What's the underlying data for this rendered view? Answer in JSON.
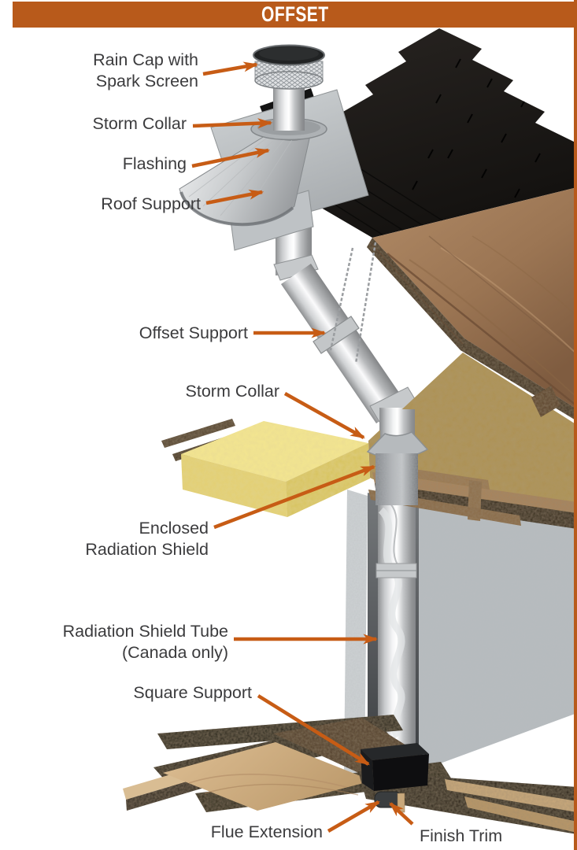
{
  "header": {
    "title": "OFFSET"
  },
  "colors": {
    "header-bg": "#B85A1B",
    "arrow": "#C75C15",
    "label-text": "#3B3B3D",
    "page-bg": "#FFFFFF",
    "border-right": "#B85A1B"
  },
  "diagram": {
    "name": "offset-chimney-installation-diagram",
    "labels": {
      "rain_cap": {
        "line1": "Rain Cap with",
        "line2": "Spark Screen"
      },
      "storm_collar_upper": {
        "line1": "Storm Collar"
      },
      "flashing": {
        "line1": "Flashing"
      },
      "roof_support": {
        "line1": "Roof Support"
      },
      "offset_support": {
        "line1": "Offset Support"
      },
      "storm_collar_lower": {
        "line1": "Storm Collar"
      },
      "enclosed_radiation_shield": {
        "line1": "Enclosed",
        "line2": "Radiation Shield"
      },
      "radiation_shield_tube": {
        "line1": "Radiation Shield Tube",
        "line2": "(Canada only)"
      },
      "square_support": {
        "line1": "Square Support"
      },
      "flue_extension": {
        "line1": "Flue Extension"
      },
      "finish_trim": {
        "line1": "Finish Trim"
      }
    }
  }
}
